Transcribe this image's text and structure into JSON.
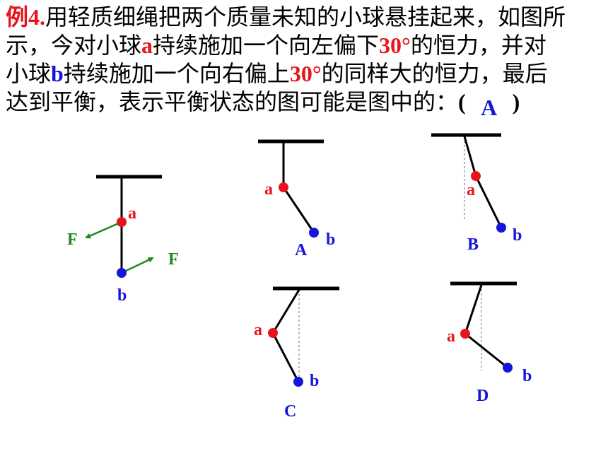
{
  "question": {
    "lines": [
      [
        {
          "t": "例4.",
          "c": "red"
        },
        {
          "t": "用轻质细绳把两个质量未知的小球悬挂起来，如图所"
        }
      ],
      [
        {
          "t": "示，今对小球"
        },
        {
          "t": "a",
          "c": "red"
        },
        {
          "t": "持续施加一个向左偏下"
        },
        {
          "t": "30°",
          "c": "red"
        },
        {
          "t": "的恒力，并对"
        }
      ],
      [
        {
          "t": "小球"
        },
        {
          "t": "b",
          "c": "blue"
        },
        {
          "t": "持续施加一个向右偏上"
        },
        {
          "t": "30°",
          "c": "red"
        },
        {
          "t": "的同样大的恒力，最后"
        }
      ]
    ],
    "last_line_text": "达到平衡，表示平衡状态的图可能是图中的：",
    "paren_open": "(",
    "answer": "A",
    "paren_close": ")"
  },
  "figures": {
    "force_label": "F",
    "ball_a_label": "a",
    "ball_b_label": "b",
    "option_labels": [
      "A",
      "B",
      "C",
      "D"
    ]
  },
  "colors": {
    "red": "#e8141b",
    "blue": "#1616d8",
    "green": "#1c8a1c",
    "black": "#000000"
  }
}
